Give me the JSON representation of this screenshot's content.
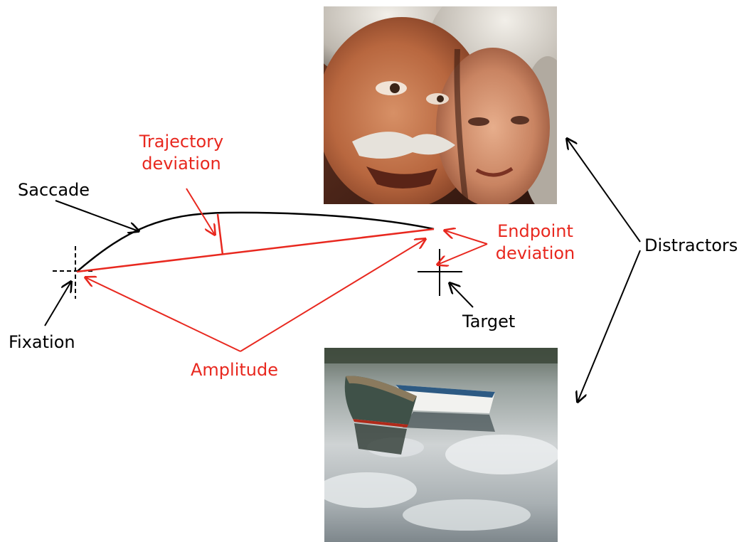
{
  "labels": {
    "saccade": "Saccade",
    "trajectory_deviation_line1": "Trajectory",
    "trajectory_deviation_line2": "deviation",
    "endpoint_deviation_line1": "Endpoint",
    "endpoint_deviation_line2": "deviation",
    "distractors": "Distractors",
    "target": "Target",
    "fixation": "Fixation",
    "amplitude": "Amplitude"
  },
  "colors": {
    "annotation_red": "#e8281f",
    "line_black": "#000000"
  },
  "images": {
    "top_distractor": "photo of elderly couple touching foreheads",
    "bottom_distractor": "photo of two rowboats on reflective water"
  }
}
